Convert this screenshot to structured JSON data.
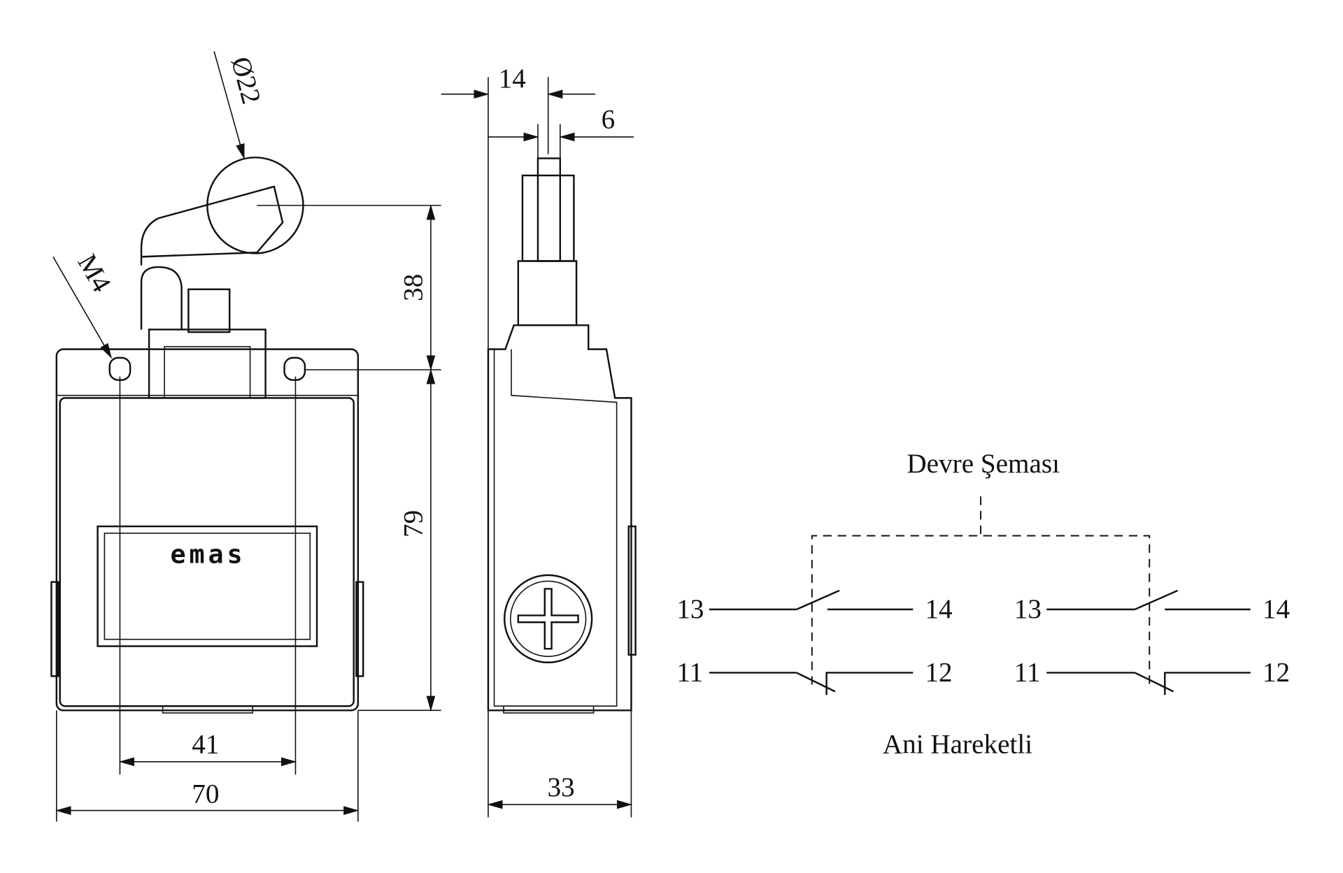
{
  "dimensions": {
    "front": {
      "width": "70",
      "hole_spacing": "41",
      "body_height": "79",
      "lever_height": "38",
      "roller_diameter": "Ø22",
      "thread": "M4"
    },
    "side": {
      "depth": "33",
      "lever_width": "14",
      "roller_width": "6"
    }
  },
  "logo": "emas",
  "circuit": {
    "title": "Devre Şeması",
    "subtitle": "Ani Hareketli",
    "contacts": [
      {
        "no_in": "13",
        "no_out": "14",
        "nc_in": "11",
        "nc_out": "12"
      },
      {
        "no_in": "13",
        "no_out": "14",
        "nc_in": "11",
        "nc_out": "12"
      }
    ]
  }
}
